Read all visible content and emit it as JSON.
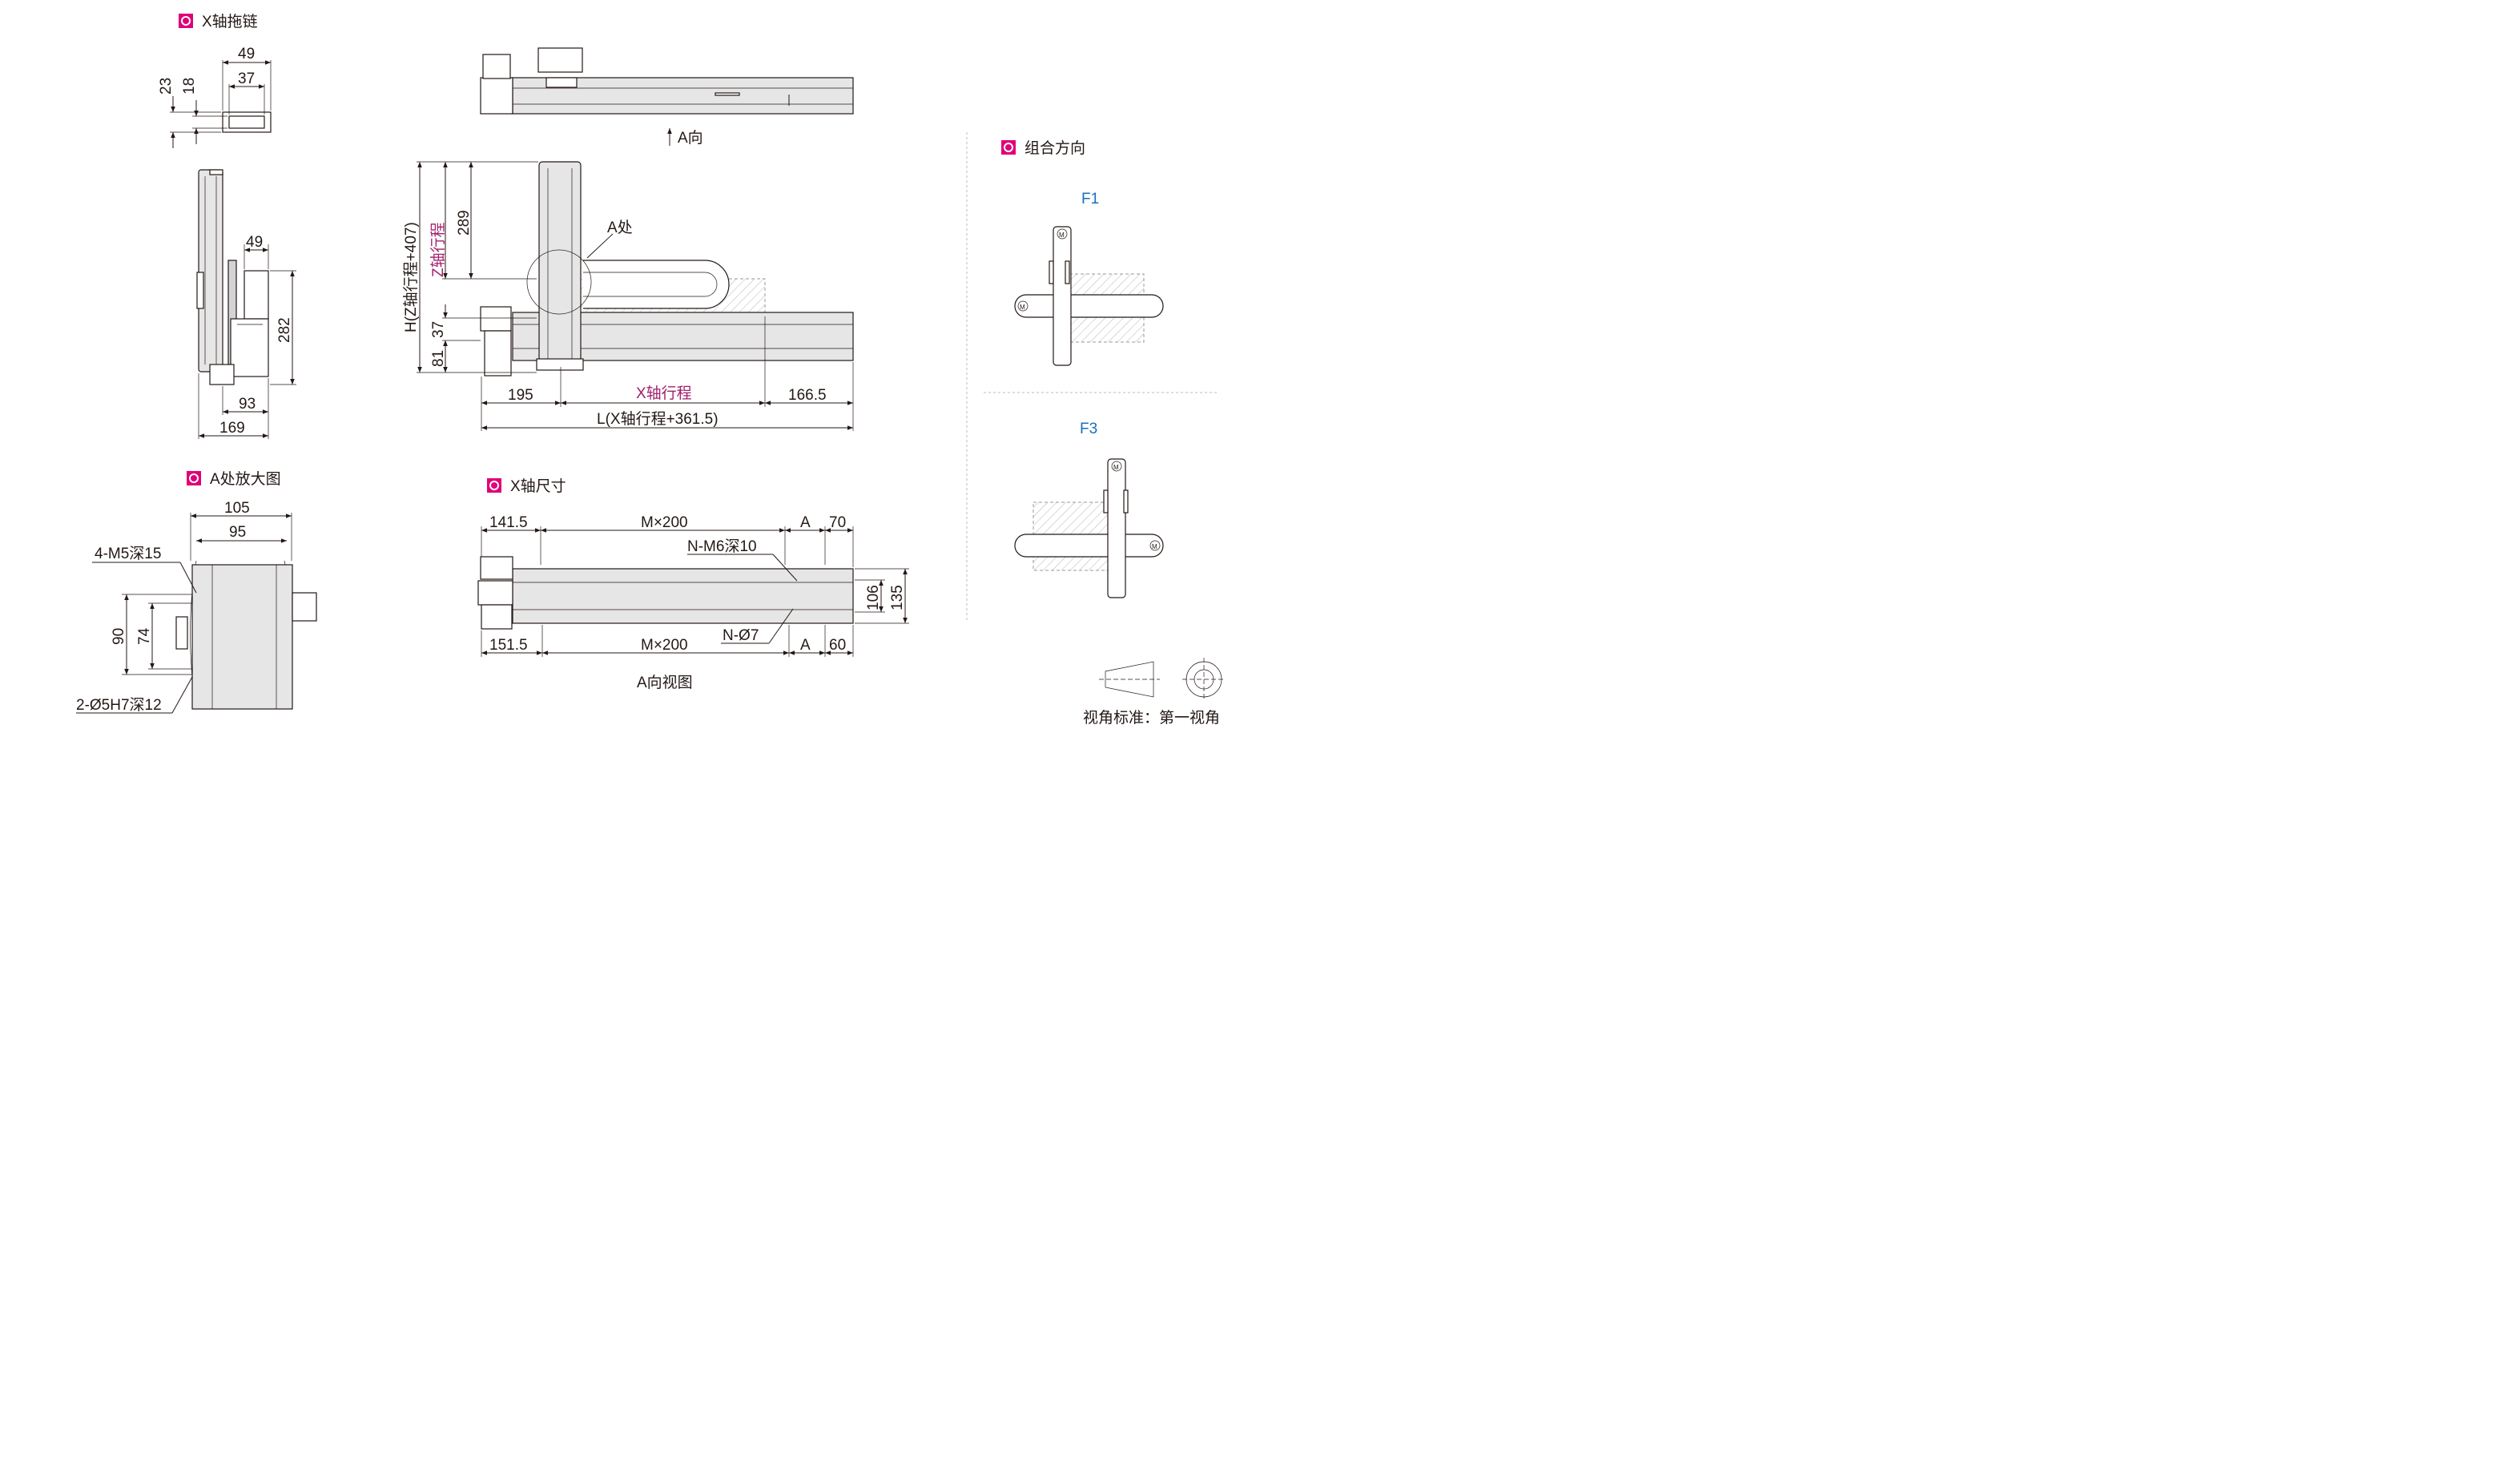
{
  "sections": {
    "x_drag_chain": "X轴拖链",
    "a_zoom": "A处放大图",
    "x_axis_dim": "X轴尺寸",
    "combination": "组合方向"
  },
  "labels": {
    "a_direction": "A向",
    "a_location": "A处",
    "a_view": "A向视图",
    "f1": "F1",
    "f3": "F3",
    "view_standard": "视角标准：第一视角",
    "h_formula": "H(Z轴行程+407)",
    "z_stroke": "Z轴行程",
    "x_stroke": "X轴行程",
    "l_formula": "L(X轴行程+361.5)",
    "motor_mark": "M"
  },
  "dims": {
    "chain_49": "49",
    "chain_37": "37",
    "chain_23": "23",
    "chain_18": "18",
    "side_49": "49",
    "side_282": "282",
    "side_93": "93",
    "side_169": "169",
    "main_289": "289",
    "main_37": "37",
    "main_81": "81",
    "main_195": "195",
    "main_166_5": "166.5",
    "zoom_105": "105",
    "zoom_95": "95",
    "zoom_90": "90",
    "zoom_74": "74",
    "zoom_m5": "4-M5深15",
    "zoom_dowel": "2-Ø5H7深12",
    "x_141_5": "141.5",
    "x_m200_top": "M×200",
    "x_a_top": "A",
    "x_70": "70",
    "x_m6": "N-M6深10",
    "x_106": "106",
    "x_135": "135",
    "x_n7": "N-Ø7",
    "x_151_5": "151.5",
    "x_m200_bot": "M×200",
    "x_a_bot": "A",
    "x_60": "60"
  },
  "colors": {
    "section_marker": "#e0007a",
    "axis_label": "#a0206e",
    "combo_label": "#1a6fbf"
  }
}
